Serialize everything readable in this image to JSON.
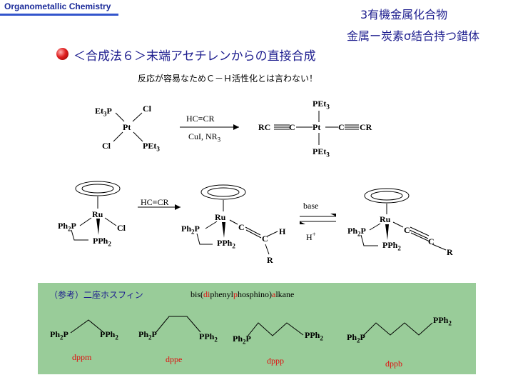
{
  "header": {
    "course": "Organometallic Chemistry",
    "chapter": "3有機金属化合物",
    "section": "金属ー炭素σ結合持つ錯体"
  },
  "slide": {
    "heading": "＜合成法６＞末端アセチレンからの直接合成",
    "note": "反応が容易なためＣ－Ｈ活性化とは言わない！"
  },
  "reaction1": {
    "reactant": {
      "metal": "Pt",
      "ligand_tl": "Et3P",
      "ligand_tr": "Cl",
      "ligand_bl": "Cl",
      "ligand_br": "PEt3"
    },
    "reagent_above": "HC≡CR",
    "reagent_below": "CuI, NR3",
    "product": {
      "metal": "Pt",
      "left": "RC",
      "c1": "C",
      "c2": "C",
      "right": "CR",
      "top": "PEt3",
      "bottom": "PEt3"
    }
  },
  "reaction2": {
    "reactant": {
      "metal": "Ru",
      "ligand_p1": "Ph2P",
      "ligand_p2": "PPh2",
      "ligand_x": "Cl"
    },
    "reagent": "HC≡CR",
    "vinylidene": {
      "metal": "Ru",
      "ligand_p1": "Ph2P",
      "ligand_p2": "PPh2",
      "c1": "C",
      "c2": "C",
      "h": "H",
      "r": "R"
    },
    "eq_above": "base",
    "eq_below": "H+",
    "acetylide": {
      "metal": "Ru",
      "ligand_p1": "Ph2P",
      "ligand_p2": "PPh2",
      "c1": "C",
      "c2": "C",
      "r": "R"
    }
  },
  "reference": {
    "title": "（参考）二座ホスフィン",
    "naming": {
      "p1": "bis(",
      "p2": "di",
      "p3": "phenyl",
      "p4": "p",
      "p5": "hosphino)",
      "p6": "a",
      "p7": "lkane"
    },
    "ligands": [
      {
        "left": "Ph2P",
        "right": "PPh2",
        "abbr": "dppm"
      },
      {
        "left": "Ph2P",
        "right": "PPh2",
        "abbr": "dppe"
      },
      {
        "left": "Ph2P",
        "right": "PPh2",
        "abbr": "dppp"
      },
      {
        "left": "Ph2P",
        "right": "PPh2",
        "abbr": "dppb"
      }
    ]
  },
  "colors": {
    "header_text": "#1a2a99",
    "header_line": "#3355cc",
    "title": "#1f1f8f",
    "panel": "#99cc99",
    "accent": "#e01010",
    "bullet": "#e02020"
  },
  "icons": {
    "bullet": "red-sphere-bullet-icon"
  }
}
